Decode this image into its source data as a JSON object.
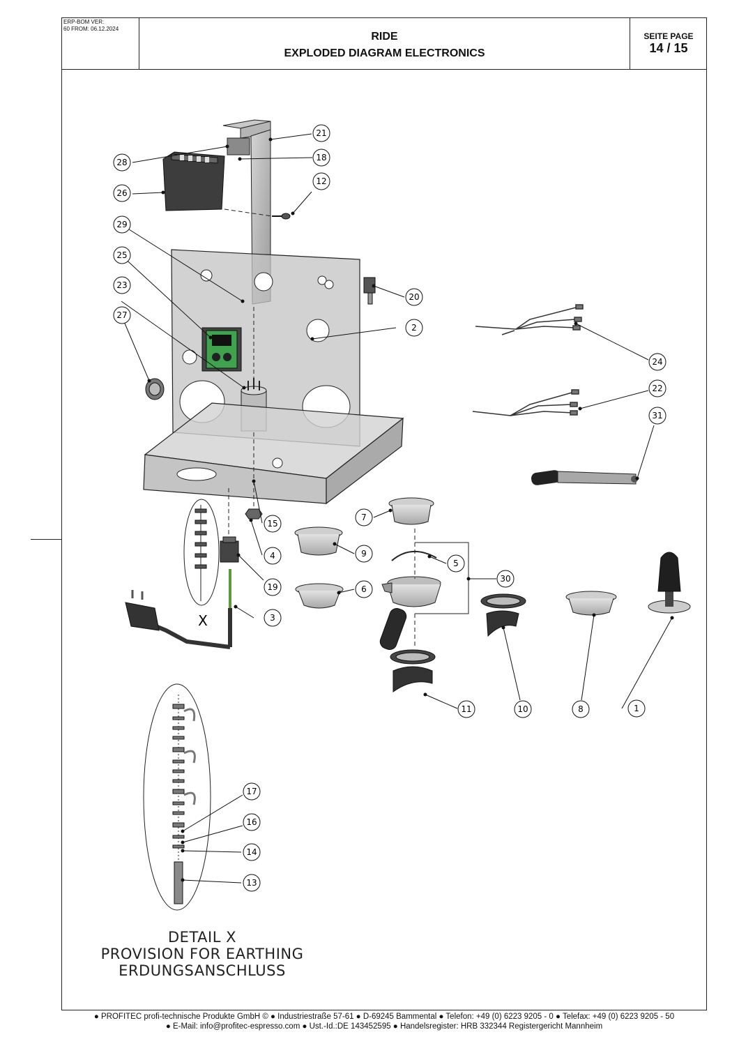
{
  "header": {
    "erp_line1": "ERP-BOM VER:",
    "erp_line2": "60 FROM: 06.12.2024",
    "title_line1": "RIDE",
    "title_line2": "EXPLODED DIAGRAM ELECTRONICS",
    "page_label": "SEITE PAGE",
    "page_number": "14 / 15"
  },
  "callouts": {
    "c1": "1",
    "c2": "2",
    "c3": "3",
    "c4": "4",
    "c5": "5",
    "c6": "6",
    "c7": "7",
    "c8": "8",
    "c9": "9",
    "c10": "10",
    "c11": "11",
    "c12": "12",
    "c13": "13",
    "c14": "14",
    "c15": "15",
    "c16": "16",
    "c17": "17",
    "c18": "18",
    "c19": "19",
    "c20": "20",
    "c21": "21",
    "c22": "22",
    "c23": "23",
    "c24": "24",
    "c25": "25",
    "c26": "26",
    "c27": "27",
    "c28": "28",
    "c29": "29",
    "c30": "30",
    "c31": "31"
  },
  "detail_marker": "X",
  "detail": {
    "line1": "DETAIL X",
    "line2": "PROVISION FOR EARTHING",
    "line3": "ERDUNGSANSCHLUSS"
  },
  "footer": {
    "line1": "● PROFITEC profi-technische Produkte GmbH © ● Industriestraße 57-61 ● D-69245 Bammental ● Telefon: +49 (0) 6223 9205 - 0 ● Telefax: +49 (0) 6223 9205 - 50",
    "line2": "● E-Mail: info@profitec-espresso.com ● Ust.-Id.:DE 143452595 ● Handelsregister: HRB 332344 Registergericht Mannheim"
  },
  "colors": {
    "metal": "#b9b9b9",
    "metal_dark": "#8a8a8a",
    "pcb_green": "#3fa34d",
    "line": "#111111"
  }
}
